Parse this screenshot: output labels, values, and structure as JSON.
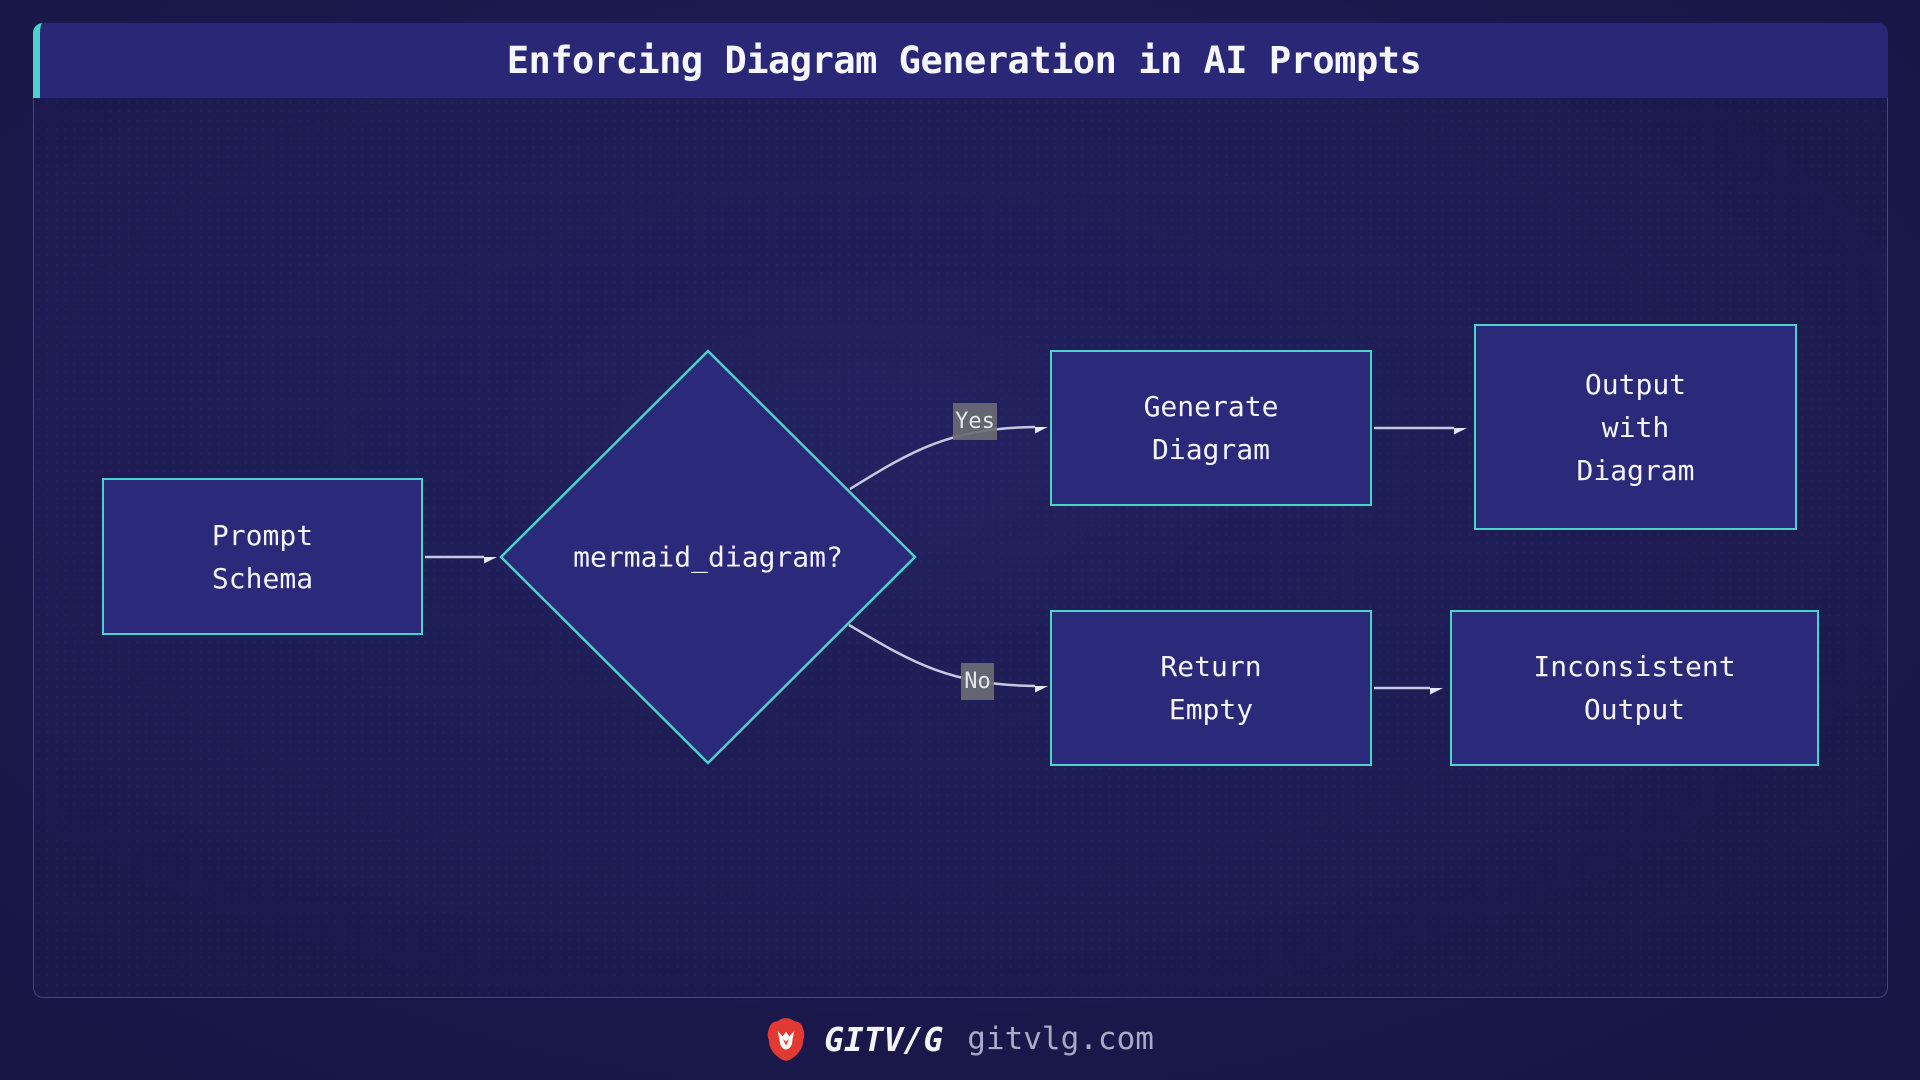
{
  "header": {
    "title": "Enforcing Diagram Generation in AI Prompts"
  },
  "flowchart": {
    "nodes": {
      "prompt_schema": {
        "lines": [
          "Prompt",
          "Schema"
        ]
      },
      "decision": {
        "label": "mermaid_diagram?"
      },
      "generate_diagram": {
        "lines": [
          "Generate",
          "Diagram"
        ]
      },
      "output_with_diagram": {
        "lines": [
          "Output",
          "with",
          "Diagram"
        ]
      },
      "return_empty": {
        "lines": [
          "Return",
          "Empty"
        ]
      },
      "inconsistent_output": {
        "lines": [
          "Inconsistent",
          "Output"
        ]
      }
    },
    "edge_labels": {
      "yes": "Yes",
      "no": "No"
    }
  },
  "footer": {
    "brand": "GITV/G",
    "site": "gitvlg.com"
  },
  "colors": {
    "accent_cyan": "#49d3cb",
    "node_border": "#4dd2ca",
    "node_fill": "#2b2a7a",
    "header_fill": "#2a2876",
    "arrow": "#c7c8e0",
    "edge_label_bg": "#6b6b74",
    "brand_red": "#e23a32",
    "background_dark": "#121032",
    "panel_fill": "#1d1b50"
  }
}
